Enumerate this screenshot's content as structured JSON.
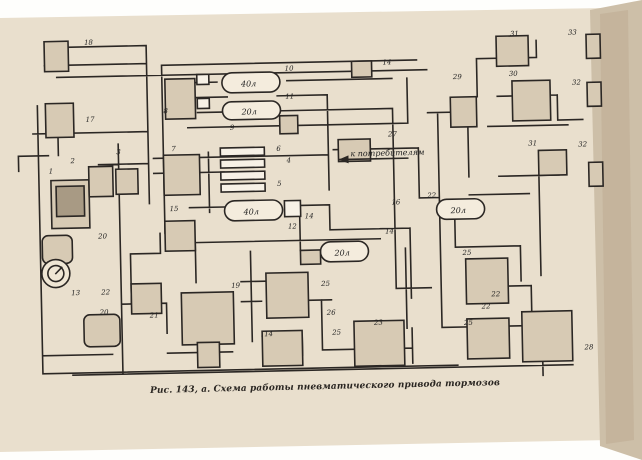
{
  "caption": "Рис. 143, а. Схема работы пневматического привода тормозов",
  "arrow_label": "к потребителям",
  "tank_labels": [
    "40л",
    "20л",
    "40л",
    "20л",
    "20л"
  ],
  "part_numbers": [
    "1",
    "2",
    "3",
    "4",
    "5",
    "6",
    "7",
    "8",
    "9",
    "10",
    "11",
    "12",
    "13",
    "14",
    "14",
    "14",
    "14",
    "15",
    "16",
    "17",
    "18",
    "19",
    "20",
    "20",
    "21",
    "22",
    "22",
    "22",
    "22",
    "23",
    "25",
    "25",
    "25",
    "25",
    "26",
    "27",
    "28",
    "29",
    "30",
    "31",
    "31",
    "32",
    "32",
    "33"
  ]
}
